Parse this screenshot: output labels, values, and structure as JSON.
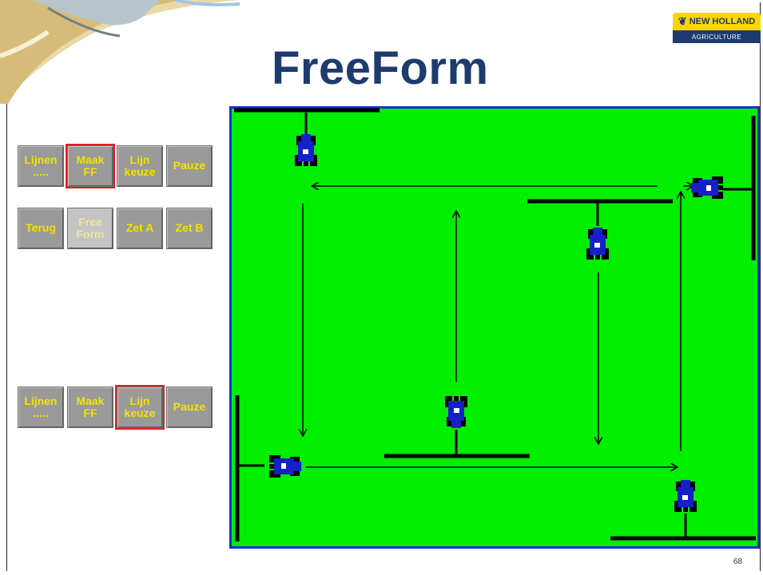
{
  "title": "FreeForm",
  "logo": {
    "brand": "NEW HOLLAND",
    "sub": "AGRICULTURE"
  },
  "button_panels": [
    {
      "buttons": [
        {
          "label": "Lijnen\n.....",
          "selected": false,
          "disabled": false
        },
        {
          "label": "Maak\nFF",
          "selected": true,
          "disabled": false
        },
        {
          "label": "Lijn\nkeuze",
          "selected": false,
          "disabled": false
        },
        {
          "label": "Pauze",
          "selected": false,
          "disabled": false
        }
      ]
    },
    {
      "buttons": [
        {
          "label": "Terug",
          "selected": false,
          "disabled": false
        },
        {
          "label": "Free\nForm",
          "selected": false,
          "disabled": true
        },
        {
          "label": "Zet A",
          "selected": false,
          "disabled": false
        },
        {
          "label": "Zet B",
          "selected": false,
          "disabled": false
        }
      ]
    },
    {
      "buttons": [
        {
          "label": "Lijnen\n.....",
          "selected": false,
          "disabled": false
        },
        {
          "label": "Maak\nFF",
          "selected": false,
          "disabled": false
        },
        {
          "label": "Lijn\nkeuze",
          "selected": true,
          "disabled": false
        },
        {
          "label": "Pauze",
          "selected": false,
          "disabled": false
        }
      ]
    }
  ],
  "page_number": "68",
  "colors": {
    "field": "#00ee00",
    "field_border": "#1a2dd6",
    "tractor": "#1520c8",
    "title": "#1d3b6e",
    "button_text": "#f4e300"
  }
}
